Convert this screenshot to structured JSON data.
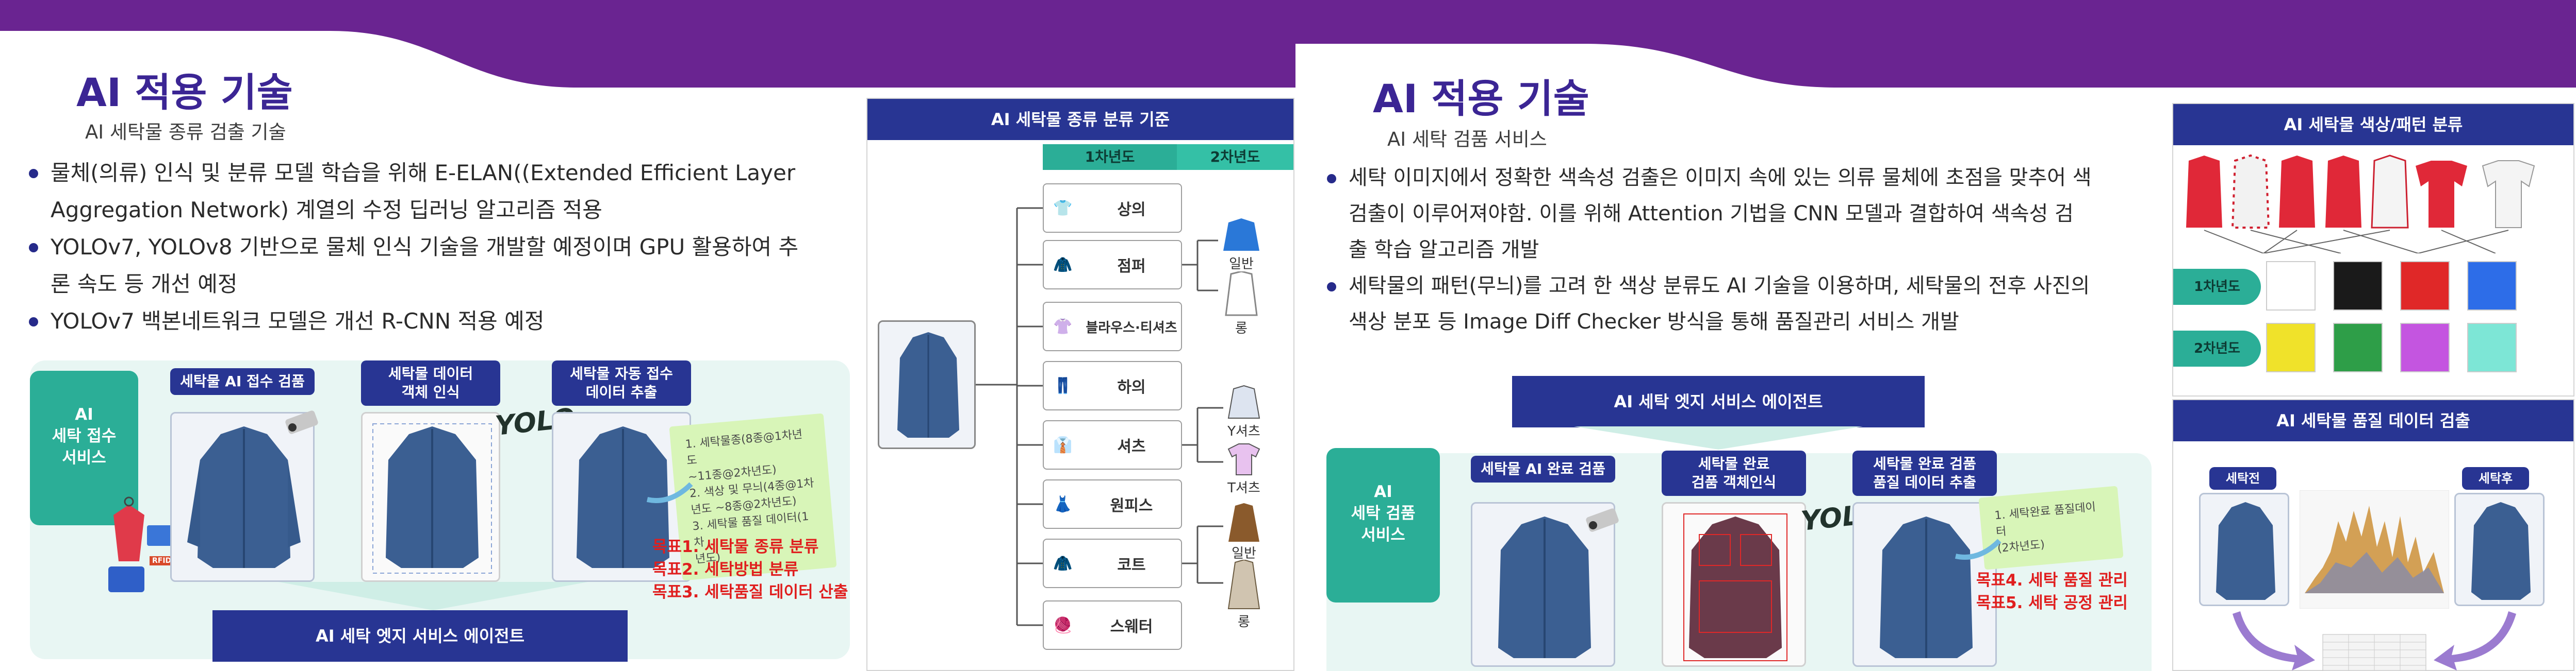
{
  "left": {
    "title": "AI 적용 기술",
    "subtitle": "AI 세탁물 종류 검출 기술",
    "bullets": [
      "물체(의류) 인식 및 분류 모델 학습을 위해 E-ELAN((Extended Efficient Layer",
      "Aggregation Network) 계열의 수정 딥러닝 알고리즘 적용",
      "YOLOv7, YOLOv8 기반으로 물체 인식 기술을 개발할 예정이며 GPU 활용하여 추",
      "론 속도 등 개선 예정",
      "YOLOv7 백본네트워크 모델은 개선 R-CNN 적용 예정"
    ],
    "side_label": [
      "AI",
      "세탁 접수",
      "서비스"
    ],
    "step_labels": [
      [
        "세탁물 AI 접수 검품"
      ],
      [
        "세탁물 데이터",
        "객체 인식"
      ],
      [
        "세탁물 자동 접수",
        "데이터 추출"
      ]
    ],
    "rfid": "RFID",
    "yolo_logo": "YOLO",
    "note_lines": [
      "1. 세탁물종(8종@1차년도",
      "~11종@2차년도)",
      "2. 색상 및 무늬(4종@1차",
      "년도 ~8종@2차년도)",
      "3. 세탁물 품질 데이터(1차",
      "년도)"
    ],
    "goals": [
      "목표1. 세탁물 종류 분류",
      "목표2. 세탁방법 분류",
      "목표3. 세탁품질 데이터 산출"
    ],
    "edge_agent": "AI 세탁 엣지 서비스 에이전트",
    "class_panel": {
      "title": "AI 세탁물 종류 분류 기준",
      "level1": "1차년도",
      "level2": "2차년도",
      "categories": [
        "상의",
        "점퍼",
        "블라우스·티셔츠",
        "하의",
        "셔츠",
        "원피스",
        "코트",
        "스웨터"
      ],
      "sub_items": [
        "일반",
        "롱",
        "Y셔츠",
        "T셔츠",
        "일반",
        "롱"
      ]
    }
  },
  "right": {
    "title": "AI 적용 기술",
    "subtitle": "AI 세탁 검품 서비스",
    "bullets": [
      "세탁 이미지에서 정확한 색속성 검출은 이미지 속에 있는 의류 물체에 초점을 맞추어 색",
      "검출이 이루어져야함. 이를 위해 Attention 기법을 CNN 모델과 결합하여 색속성 검",
      "출 학습 알고리즘 개발",
      "세탁물의 패턴(무늬)를 고려 한 색상 분류도 AI 기술을 이용하며, 세탁물의 전후 사진의",
      "색상 분포 등 Image Diff Checker 방식을 통해 품질관리 서비스 개발"
    ],
    "edge_agent": "AI 세탁 엣지 서비스 에이전트",
    "side_label": [
      "AI",
      "세탁 검품",
      "서비스"
    ],
    "step_labels": [
      [
        "세탁물 AI 완료 검품"
      ],
      [
        "세탁물 완료",
        "검품 객체인식"
      ],
      [
        "세탁물 완료 검품",
        "품질 데이터 추출"
      ]
    ],
    "yolo_logo": "YOLO",
    "note_lines": [
      "1. 세탁완료 품질데이터",
      "(2차년도)"
    ],
    "goals": [
      "목표4. 세탁 품질 관리",
      "목표5. 세탁 공정 관리"
    ],
    "color_panel": {
      "title": "AI 세탁물 색상/패턴 분류",
      "level1": "1차년도",
      "level2": "2차년도",
      "level1_colors": [
        "#ffffff",
        "#1a1a1a",
        "#e02828",
        "#2d6de8"
      ],
      "level2_colors": [
        "#f0e22a",
        "#2e9e48",
        "#c455e0",
        "#7de6d6"
      ]
    },
    "quality_panel": {
      "title": "AI 세탁물 품질 데이터 검출",
      "before": "세탁전",
      "after": "세탁후"
    }
  },
  "colors": {
    "band_purple": "#6a2491",
    "heading_navy": "#283593",
    "teal": "#2bae97",
    "goal_red": "#e01e1e"
  }
}
